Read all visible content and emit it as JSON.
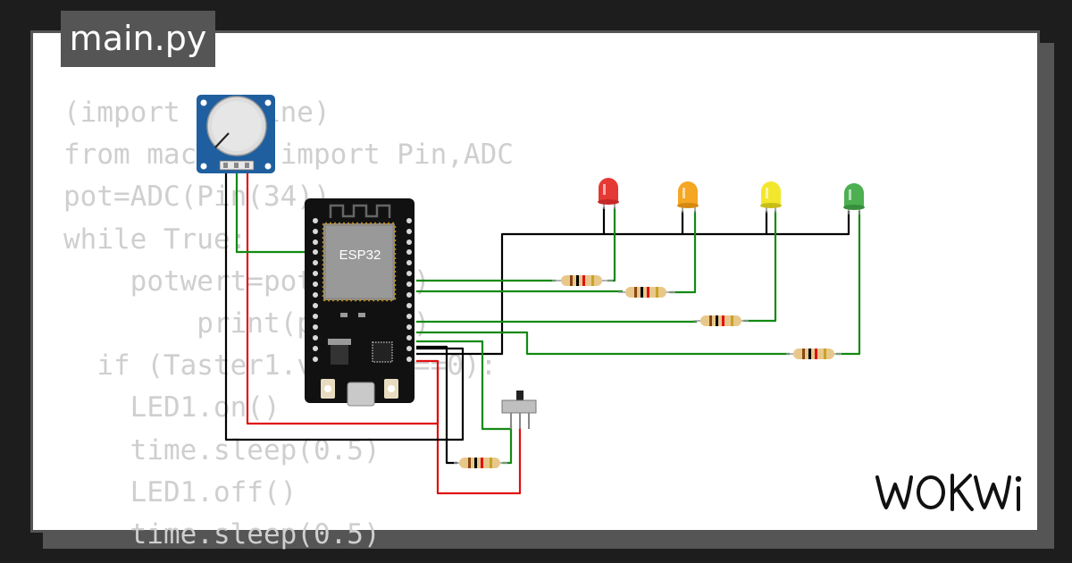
{
  "file_tab": {
    "label": "main.py"
  },
  "code_lines": [
    "(import machine)",
    "from machine import Pin,ADC",
    "pot=ADC(Pin(34))",
    "while True:",
    "    potwert=pot.read()",
    "        print(potwert)",
    "  if (Taster1.value()==0):",
    "    LED1.on()",
    "    time.sleep(0.5)",
    "    LED1.off()",
    "    time.sleep(0.5)"
  ],
  "circuit": {
    "board_label": "ESP32",
    "led_colors": [
      "#e53935",
      "#f5a623",
      "#f2e72d",
      "#4caf50"
    ],
    "wire_colors": {
      "signal": "#138a13",
      "ground": "#000000",
      "power": "#e01010"
    },
    "resistor_count": 5
  },
  "brand": {
    "name": "WOKWI"
  },
  "colors": {
    "background": "#1d1d1d",
    "card": "#ffffff",
    "frame": "#555555",
    "code_text": "#cfcfcf"
  }
}
